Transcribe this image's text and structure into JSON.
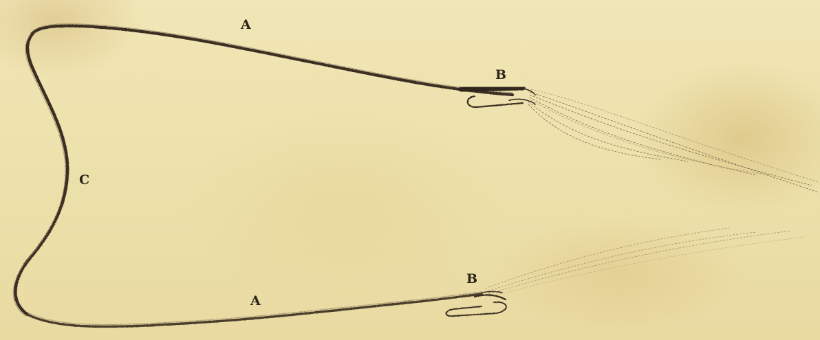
{
  "labels": {
    "a_top": "A",
    "b_top": "B",
    "c_left": "C",
    "a_bottom": "A",
    "b_bottom": "B"
  },
  "colors": {
    "paper": "#efe3b0",
    "ink": "#3a2f22",
    "ink_light": "#6b5a44"
  }
}
